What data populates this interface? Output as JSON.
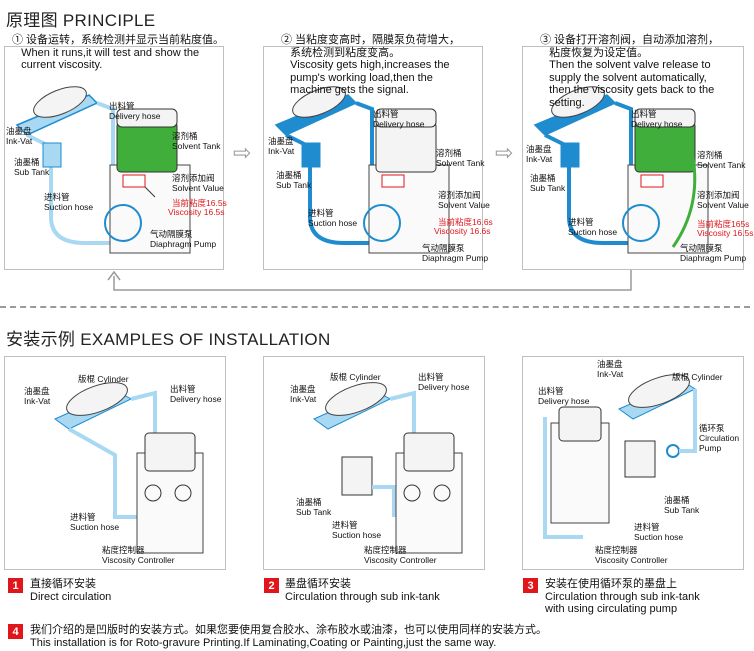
{
  "principle": {
    "title": "原理图  PRINCIPLE",
    "steps": [
      {
        "text": "① 设备运转，系统检测并显示当前粘度值。\n   When it runs,it will test and show the\n   current viscosity.",
        "reading_cn": "当前粘度16.5s",
        "reading_en": "Viscosity 16.5s"
      },
      {
        "text": "② 当粘度变高时，隔膜泵负荷增大，\n   系统检测到粘度变高。\n   Viscosity gets high,increases the\n   pump's working load,then the\n   machine gets the signal.",
        "reading_cn": "当前粘度16.6s",
        "reading_en": "Viscosity 16.6s"
      },
      {
        "text": "③ 设备打开溶剂阀，自动添加溶剂，\n   粘度恢复为设定值。\n   Then the solvent valve release to\n   supply the solvent automatically,\n   then the viscosity gets back to the\n   setting.",
        "reading_cn": "当前粘度165s",
        "reading_en": "Viscosity 16.5s"
      }
    ],
    "labels": {
      "delivery_hose": "出料管\nDelivery hose",
      "ink_vat": "油墨盘\nInk-Vat",
      "solvent_tank": "溶剂桶\nSolvent Tank",
      "sub_tank": "油墨桶\nSub Tank",
      "solvent_value": "溶剂添加阀\nSolvent Value",
      "suction_hose": "进料管\nSuction hose",
      "diaphragm_pump": "气动隔膜泵\nDiaphragm Pump"
    },
    "colors": {
      "green": "#3fae3a",
      "blue": "#1e8ccf",
      "light_blue": "#a8d8f2",
      "red": "#e0161b",
      "gray": "#9a9a9a"
    }
  },
  "examples": {
    "title": "安装示例 EXAMPLES OF INSTALLATION",
    "labels": {
      "cylinder": "版棍 Cylinder",
      "ink_vat": "油墨盘\nInk-Vat",
      "delivery_hose": "出料管\nDelivery hose",
      "suction_hose": "进料管\nSuction hose",
      "viscosity_controller": "粘度控制器\nViscosity Controller",
      "sub_tank": "油墨桶\nSub Tank",
      "circulation_pump": "循环泵\nCirculation\nPump"
    },
    "captions": [
      {
        "num": "1",
        "text": "直接循环安装\nDirect circulation"
      },
      {
        "num": "2",
        "text": "墨盘循环安装\nCirculation through sub ink-tank"
      },
      {
        "num": "3",
        "text": "安装在使用循环泵的墨盘上\nCirculation through sub ink-tank\nwith using circulating pump"
      }
    ],
    "note": {
      "num": "4",
      "text": "我们介绍的是凹版时的安装方式。如果您要使用复合胶水、涂布胶水或油漆，也可以使用同样的安装方式。\nThis installation is for Roto-gravure Printing.If Laminating,Coating or Painting,just the same way."
    }
  }
}
